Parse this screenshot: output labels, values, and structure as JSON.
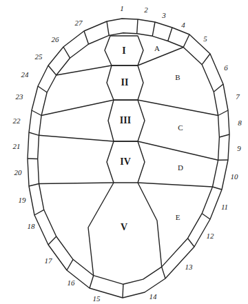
{
  "diagram": {
    "labels": [
      "1",
      "2",
      "3",
      "4",
      "5",
      "6",
      "7",
      "8",
      "9",
      "10",
      "11",
      "12",
      "13",
      "14",
      "15",
      "16",
      "17",
      "18",
      "19",
      "20",
      "21",
      "22",
      "23",
      "24",
      "25",
      "26",
      "27",
      "I",
      "II",
      "III",
      "IV",
      "V",
      "A",
      "B",
      "C",
      "D",
      "E"
    ]
  }
}
